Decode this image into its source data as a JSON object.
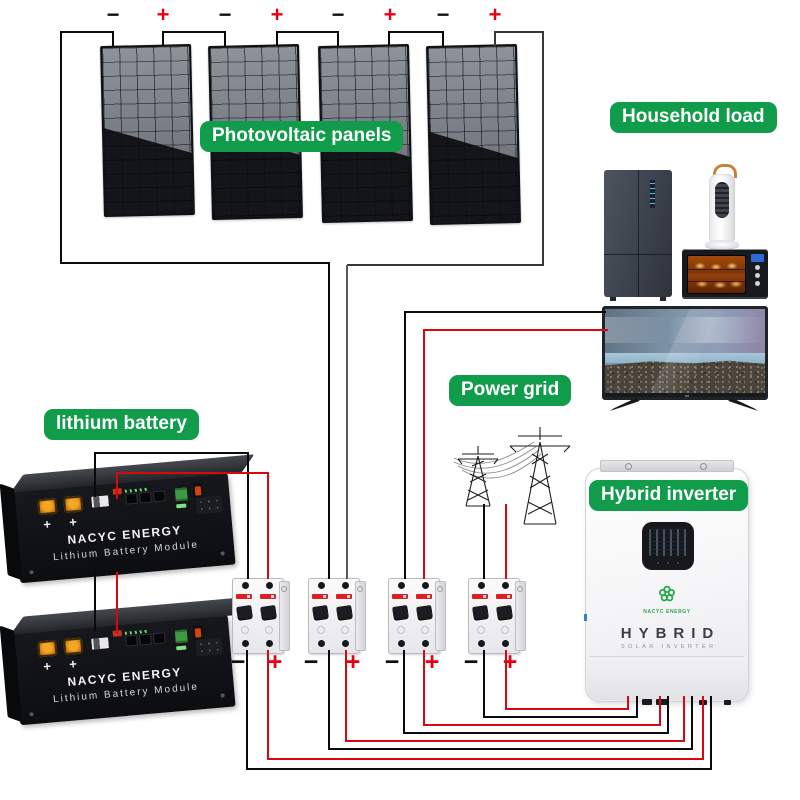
{
  "labels": {
    "photovoltaic_panels": "Photovoltaic panels",
    "household_load": "Household load",
    "power_grid": "Power grid",
    "lithium_battery": "lithium battery",
    "hybrid_inverter": "Hybrid inverter"
  },
  "colors": {
    "label_green": "#109c4b",
    "wire_red": "#d60812",
    "wire_black": "#0a0a0a",
    "wire_gray": "#56585c",
    "plus_red": "#e60012"
  },
  "pv_string": {
    "terminals": [
      {
        "sign": "−"
      },
      {
        "sign": "+"
      },
      {
        "sign": "−"
      },
      {
        "sign": "+"
      },
      {
        "sign": "−"
      },
      {
        "sign": "+"
      },
      {
        "sign": "−"
      },
      {
        "sign": "+"
      }
    ]
  },
  "breakers": {
    "minus_label": "−",
    "plus_label": "+"
  },
  "battery": {
    "brand": "NACYC ENERGY",
    "model": "Lithium Battery Module",
    "terminal_plus": "+"
  },
  "inverter": {
    "logo_text": "NACYC ENERGY",
    "name": "HYBRID",
    "subtitle": "SOLAR INVERTER"
  }
}
